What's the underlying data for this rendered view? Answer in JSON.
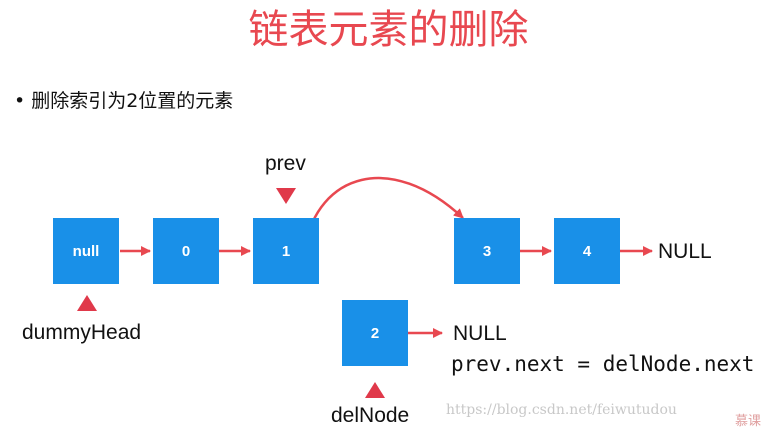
{
  "title": "链表元素的删除",
  "bullet": "删除索引为2位置的元素",
  "nodes": [
    {
      "id": "dummy",
      "label": "null"
    },
    {
      "id": "n0",
      "label": "0"
    },
    {
      "id": "n1",
      "label": "1"
    },
    {
      "id": "n3",
      "label": "3"
    },
    {
      "id": "n4",
      "label": "4"
    },
    {
      "id": "n2",
      "label": "2"
    }
  ],
  "labels": {
    "prev": "prev",
    "dummy_head": "dummyHead",
    "del_node": "delNode",
    "null_end": "NULL",
    "null_del": "NULL"
  },
  "code": "prev.next = delNode.next",
  "watermark": "https://blog.csdn.net/feiwutudou",
  "brand": "慕课",
  "colors": {
    "title": "#e84850",
    "node_fill": "#1990e8",
    "arrow": "#e84850",
    "marker": "#e0394a"
  }
}
